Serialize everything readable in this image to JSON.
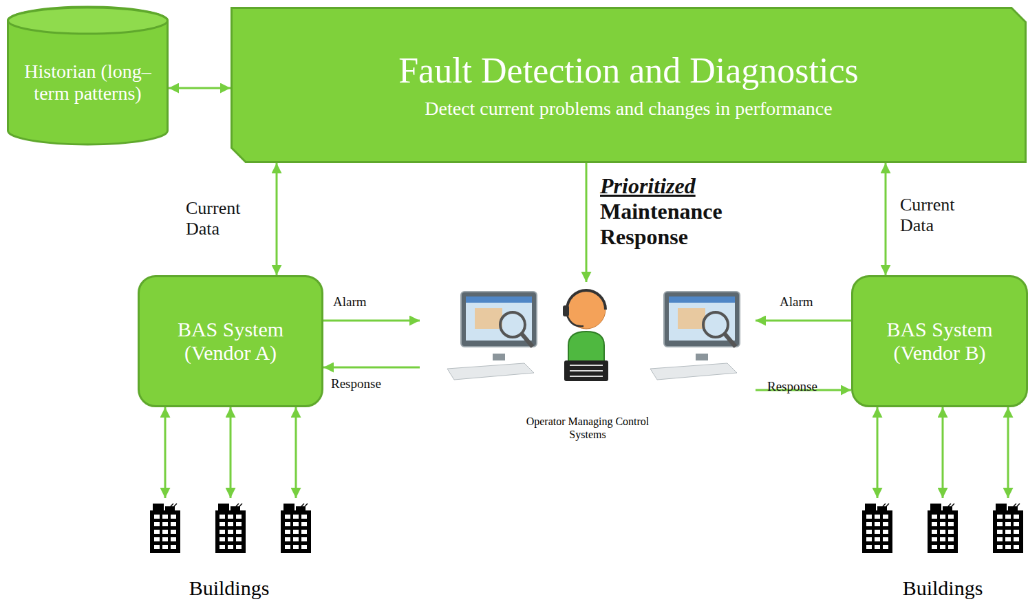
{
  "diagram": {
    "nodes": [
      {
        "text": [
          "Fault Detection and Diagnostics",
          "Detect current problems and changes in performance"
        ]
      },
      {
        "text": [
          "Historian (long–term patterns)"
        ]
      },
      {
        "text": [
          "BAS System (Vendor A)"
        ]
      },
      {
        "text": [
          "BAS System (Vendor B)"
        ]
      },
      {
        "text": [
          "Operator Managing Control Systems"
        ]
      }
    ],
    "edges": [
      {
        "from": 0,
        "to": 1,
        "arrow": "both"
      },
      {
        "from": 0,
        "to": 2,
        "label": "Current Data",
        "arrow": "both"
      },
      {
        "from": 0,
        "to": 3,
        "label": "Current Data",
        "arrow": "both"
      },
      {
        "from": 0,
        "to": 4,
        "label": "Prioritized Maintenance Response",
        "arrow": "to"
      },
      {
        "from": 2,
        "to": 4,
        "label": "Alarm",
        "arrow": "to"
      },
      {
        "from": 4,
        "to": 2,
        "label": "Response",
        "arrow": "to"
      },
      {
        "from": 3,
        "to": 4,
        "label": "Alarm",
        "arrow": "to"
      },
      {
        "from": 4,
        "to": 3,
        "label": "Response",
        "arrow": "to"
      }
    ],
    "labels": [
      "Buildings",
      "Buildings"
    ]
  }
}
